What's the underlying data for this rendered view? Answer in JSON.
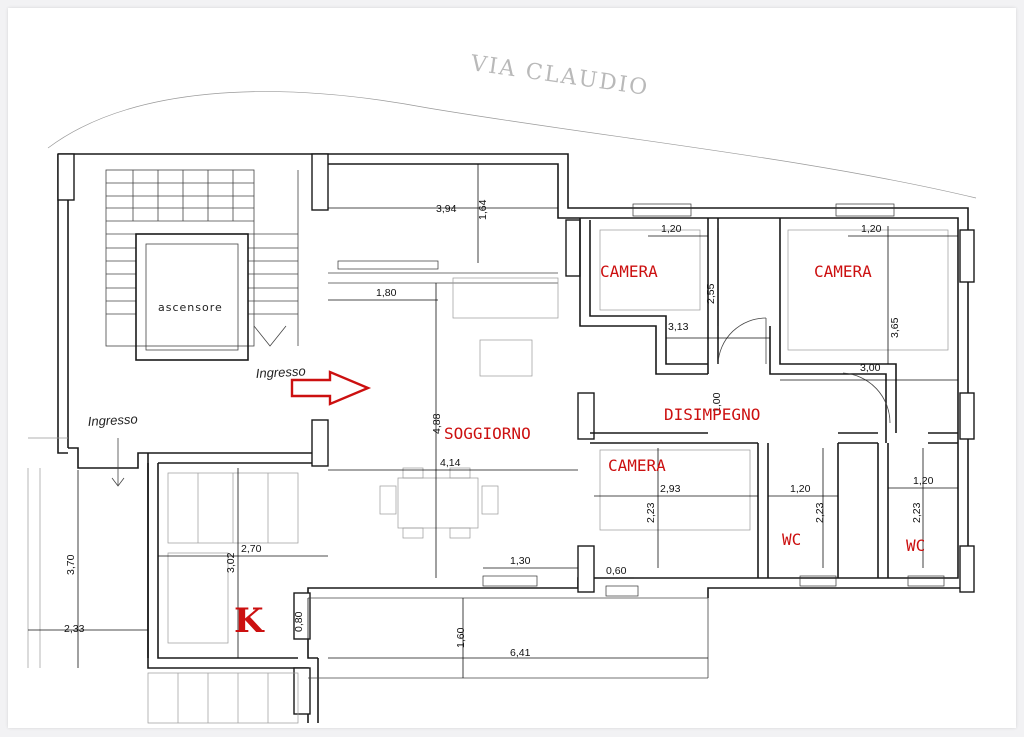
{
  "street_name": "VIA  CLAUDIO",
  "rooms": {
    "camera_1": "CAMERA",
    "camera_2": "CAMERA",
    "camera_3": "CAMERA",
    "disimpegno": "DISIMPEGNO",
    "soggiorno": "SOGGIORNO",
    "wc_1": "WC",
    "wc_2": "WC",
    "kitchen": "K"
  },
  "labels": {
    "ascensore": "ascensore",
    "ingresso_1": "Ingresso",
    "ingresso_2": "Ingresso"
  },
  "dimensions": {
    "d394": "3,94",
    "d164": "1,64",
    "d120a": "1,20",
    "d120b": "1,20",
    "d255": "2,55",
    "d365": "3,65",
    "d313": "3,13",
    "d180": "1,80",
    "d300": "3,00",
    "d100": "1,00",
    "d488": "4,88",
    "d414": "4,14",
    "d293": "2,93",
    "d120c": "1,20",
    "d120d": "1,20",
    "d223a": "2,23",
    "d223b": "2,23",
    "d223c": "2,23",
    "d270": "2,70",
    "d302": "3,02",
    "d130": "1,30",
    "d060": "0,60",
    "d370": "3,70",
    "d233": "2,33",
    "d080": "0,80",
    "d160": "1,60",
    "d641": "6,41"
  },
  "colors": {
    "room_labels": "#cc1010",
    "entry_arrow": "#cc1010",
    "walls": "#1a1a1a",
    "street_text": "#b9b9b9"
  }
}
